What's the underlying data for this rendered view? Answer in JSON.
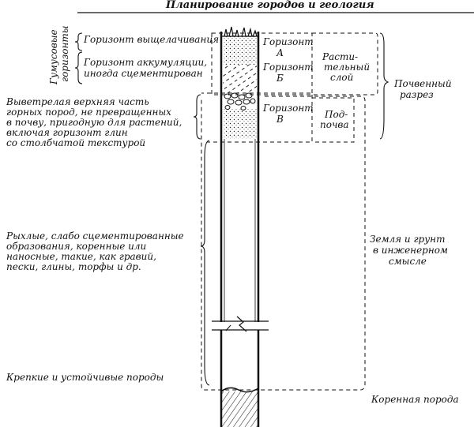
{
  "header": {
    "title": "Планирование городов и геология"
  },
  "left_labels": {
    "humus_group": [
      "Гумусовые",
      "горизонты"
    ],
    "leaching": "Горизонт выщелачивания",
    "accumulation": [
      "Горизонт аккумуляции,",
      "иногда сцементирован"
    ],
    "weathered": [
      "Выветрелая верхняя часть",
      "горных пород, не превращенных",
      "в почву, пригодную для растений,",
      "включая горизонт глин",
      "со столбчатой текстурой"
    ],
    "loose": [
      "Рыхлые, слабо сцементированные",
      "образования, коренные или",
      "наносные, такие, как гравий,",
      "пески, глины, торфы и др."
    ],
    "solid": "Крепкие и устойчивые породы"
  },
  "column_labels": {
    "horizon_a": [
      "Горизонт",
      "А"
    ],
    "horizon_b_acc": [
      "Горизонт",
      "Б"
    ],
    "horizon_v": [
      "Горизонт",
      "В"
    ]
  },
  "right_labels": {
    "plant_layer": [
      "Расти-",
      "тельный",
      "слой"
    ],
    "subsoil": [
      "Под-",
      "почва"
    ],
    "soil_profile": [
      "Почвенный",
      "разрез"
    ],
    "earth_ground": [
      "Земля и грунт",
      "в инженерном",
      "смысле"
    ],
    "bedrock": "Коренная порода"
  }
}
